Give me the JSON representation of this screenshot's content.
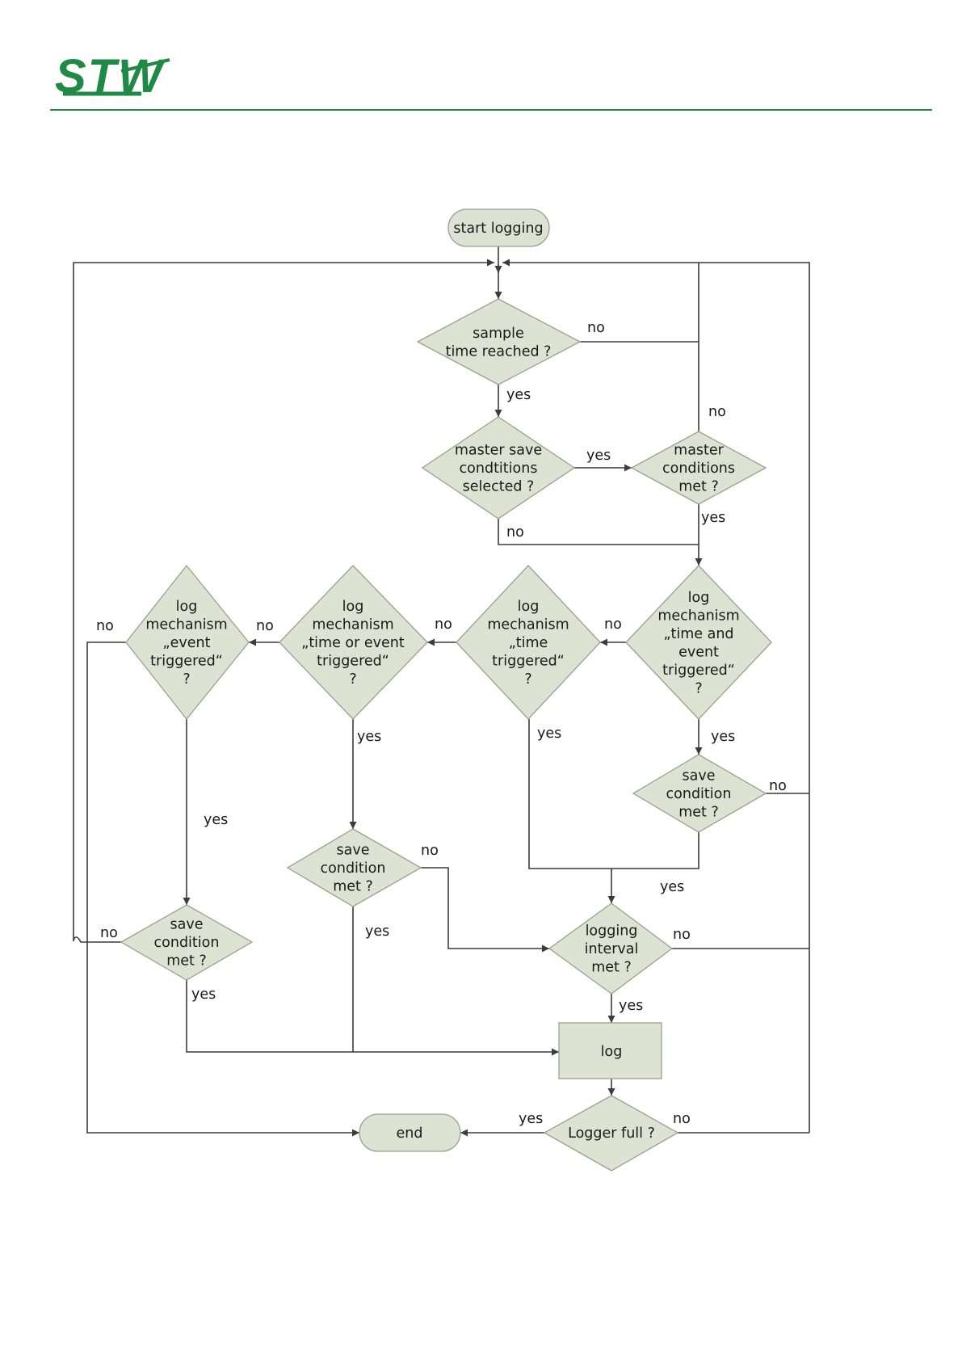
{
  "header": {
    "logo_text": "STW",
    "rule_color": "#1f8a45",
    "logo_color": "#1f8a45"
  },
  "colors": {
    "node_fill": "#dde3d2",
    "node_stroke": "#9aa08f",
    "connector": "#3c3c3c"
  },
  "flowchart": {
    "nodes": {
      "start": {
        "lines": [
          "start logging"
        ]
      },
      "sample_time": {
        "lines": [
          "sample",
          "time reached ?"
        ]
      },
      "master_save_selected": {
        "lines": [
          "master save",
          "condtitions",
          "selected ?"
        ]
      },
      "master_conditions_met": {
        "lines": [
          "master",
          "conditions",
          "met ?"
        ]
      },
      "mech_time_and_event": {
        "lines": [
          "log",
          "mechanism",
          "„time and",
          "event",
          "triggered“",
          "?"
        ]
      },
      "mech_time": {
        "lines": [
          "log",
          "mechanism",
          "„time",
          "triggered“",
          "?"
        ]
      },
      "mech_time_or_event": {
        "lines": [
          "log",
          "mechanism",
          "„time or event",
          "triggered“",
          "?"
        ]
      },
      "mech_event": {
        "lines": [
          "log",
          "mechanism",
          "„event",
          "triggered“",
          "?"
        ]
      },
      "save_cond_right": {
        "lines": [
          "save",
          "condition",
          "met ?"
        ]
      },
      "save_cond_middle": {
        "lines": [
          "save",
          "condition",
          "met ?"
        ]
      },
      "save_cond_left": {
        "lines": [
          "save",
          "condition",
          "met ?"
        ]
      },
      "logging_interval": {
        "lines": [
          "logging",
          "interval",
          "met ?"
        ]
      },
      "log": {
        "lines": [
          "log"
        ]
      },
      "logger_full": {
        "lines": [
          "Logger full ?"
        ]
      },
      "end": {
        "lines": [
          "end"
        ]
      }
    },
    "edge_labels": {
      "sample_no": "no",
      "sample_yes": "yes",
      "master_selected_yes": "yes",
      "master_selected_no": "no",
      "master_met_no": "no",
      "master_met_yes": "yes",
      "mech_te_no": "no",
      "mech_te_yes": "yes",
      "mech_t_no": "no",
      "mech_t_yes": "yes",
      "mech_toe_no": "no",
      "mech_toe_yes": "yes",
      "mech_e_no": "no",
      "mech_e_yes": "yes",
      "save_right_no": "no",
      "save_right_yes": "yes",
      "save_middle_no": "no",
      "save_middle_yes": "yes",
      "save_left_no": "no",
      "save_left_yes": "yes",
      "interval_no": "no",
      "interval_yes": "yes",
      "full_yes": "yes",
      "full_no": "no"
    }
  }
}
